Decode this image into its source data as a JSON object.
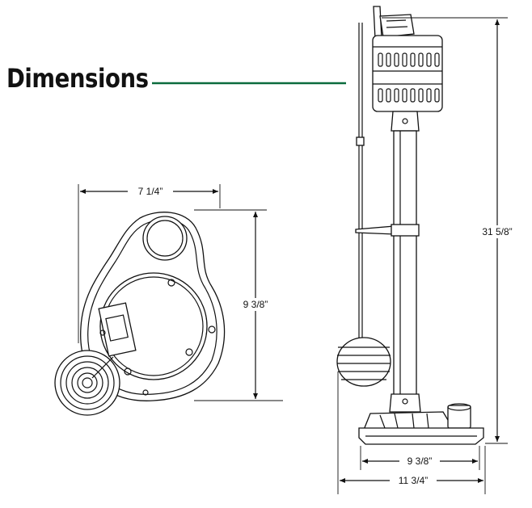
{
  "title": "Dimensions",
  "colors": {
    "title_rule": "#0a6b3c",
    "line": "#111111"
  },
  "dimensions": {
    "top_view_width": "7 1/4”",
    "top_view_depth": "9 3/8”",
    "pump_height": "31 5/8”",
    "base_width": "9 3/8”",
    "overall_width": "11 3/4”"
  }
}
